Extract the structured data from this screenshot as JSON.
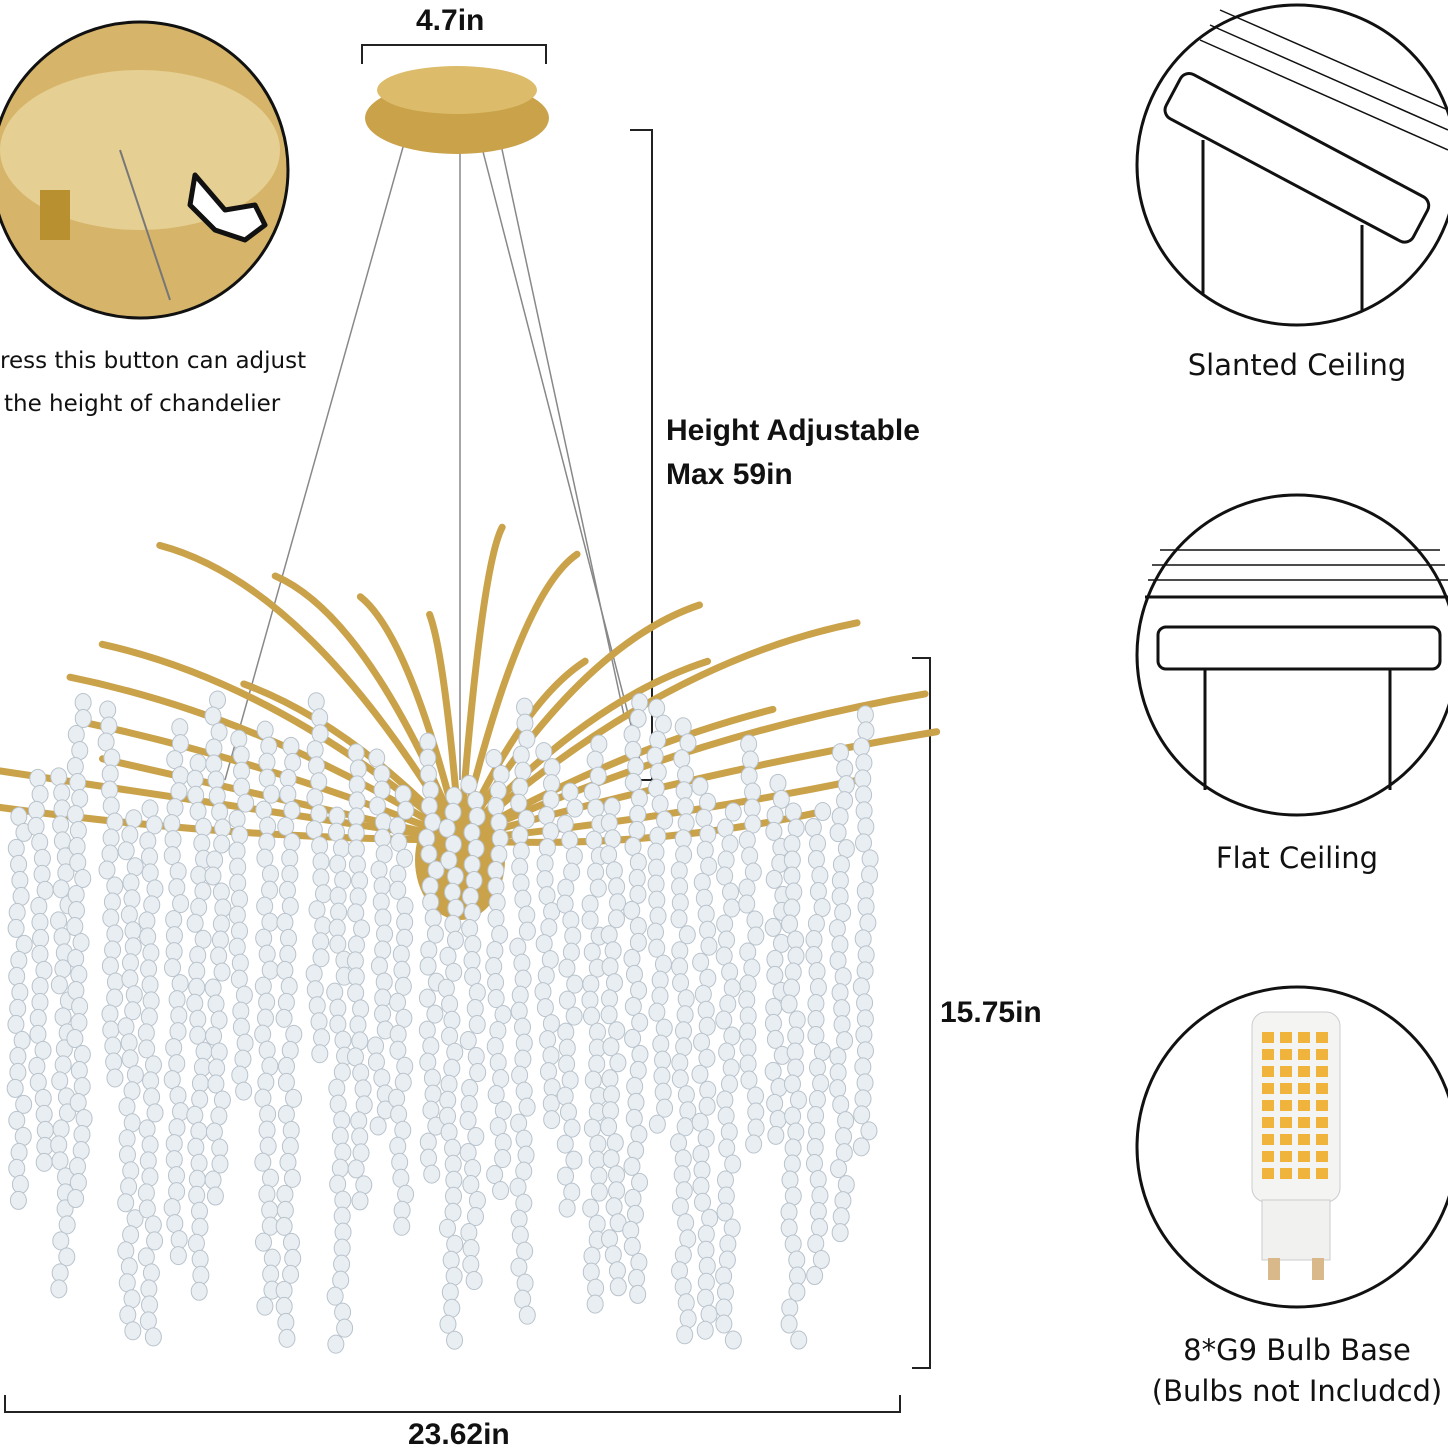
{
  "dimensions": {
    "canopy_width": "4.7in",
    "height_adjustable": "Height Adjustable",
    "max_height": "Max 59in",
    "body_height": "15.75in",
    "body_width": "23.62in"
  },
  "detail_note": {
    "line1": "ress this button can adjust",
    "line2": "the height of chandelier"
  },
  "features": [
    {
      "icon": "slanted-ceiling-icon",
      "label": "Slanted Ceiling"
    },
    {
      "icon": "flat-ceiling-icon",
      "label": "Flat Ceiling"
    },
    {
      "icon": "g9-bulb-icon",
      "label": "8*G9 Bulb Base",
      "sublabel": "(Bulbs not Includcd)"
    }
  ],
  "colors": {
    "gold": "#c9a24a",
    "crystal": "#e9eef2",
    "line": "#222222"
  }
}
